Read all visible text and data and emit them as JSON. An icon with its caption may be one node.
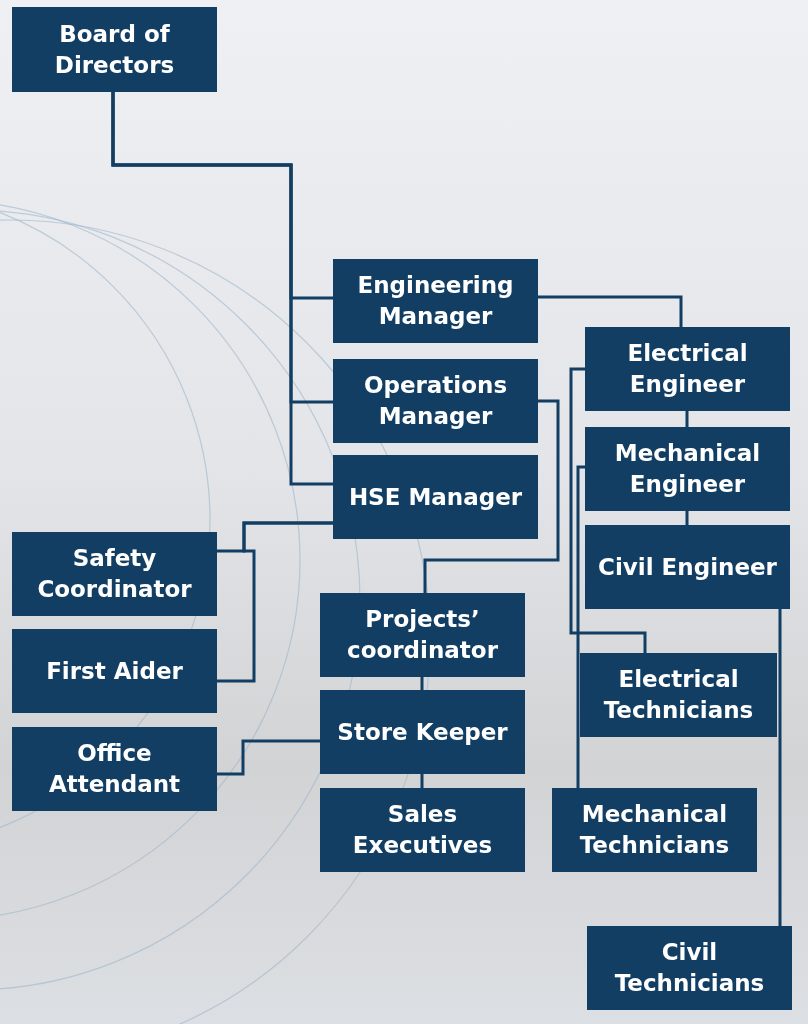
{
  "diagram": {
    "nodes": [
      {
        "text": [
          "Board of Directors"
        ]
      },
      {
        "text": [
          "Engineering Manager"
        ]
      },
      {
        "text": [
          "Operations Manager"
        ]
      },
      {
        "text": [
          "HSE Manager"
        ]
      },
      {
        "text": [
          "Electrical Engineer"
        ]
      },
      {
        "text": [
          "Mechanical Engineer"
        ]
      },
      {
        "text": [
          "Civil Engineer"
        ]
      },
      {
        "text": [
          "Safety Coordinator"
        ]
      },
      {
        "text": [
          "First Aider"
        ]
      },
      {
        "text": [
          "Projects’ coordinator"
        ]
      },
      {
        "text": [
          "Store Keeper"
        ]
      },
      {
        "text": [
          "Office Attendant"
        ]
      },
      {
        "text": [
          "Sales Executives"
        ]
      },
      {
        "text": [
          "Electrical Technicians"
        ]
      },
      {
        "text": [
          "Mechanical Technicians"
        ]
      },
      {
        "text": [
          "Civil Technicians"
        ]
      }
    ],
    "edges": [
      {
        "from": 0,
        "to": 1,
        "arrow": "none"
      },
      {
        "from": 0,
        "to": 2,
        "arrow": "none"
      },
      {
        "from": 0,
        "to": 3,
        "arrow": "none"
      },
      {
        "from": 1,
        "to": 4,
        "arrow": "none"
      },
      {
        "from": 4,
        "to": 5,
        "arrow": "none"
      },
      {
        "from": 5,
        "to": 6,
        "arrow": "none"
      },
      {
        "from": 4,
        "to": 13,
        "arrow": "none"
      },
      {
        "from": 5,
        "to": 14,
        "arrow": "none"
      },
      {
        "from": 6,
        "to": 15,
        "arrow": "none"
      },
      {
        "from": 3,
        "to": 7,
        "arrow": "none"
      },
      {
        "from": 3,
        "to": 8,
        "arrow": "none"
      },
      {
        "from": 2,
        "to": 9,
        "arrow": "none"
      },
      {
        "from": 9,
        "to": 10,
        "arrow": "none"
      },
      {
        "from": 10,
        "to": 12,
        "arrow": "none"
      },
      {
        "from": 10,
        "to": 11,
        "arrow": "none"
      }
    ]
  }
}
